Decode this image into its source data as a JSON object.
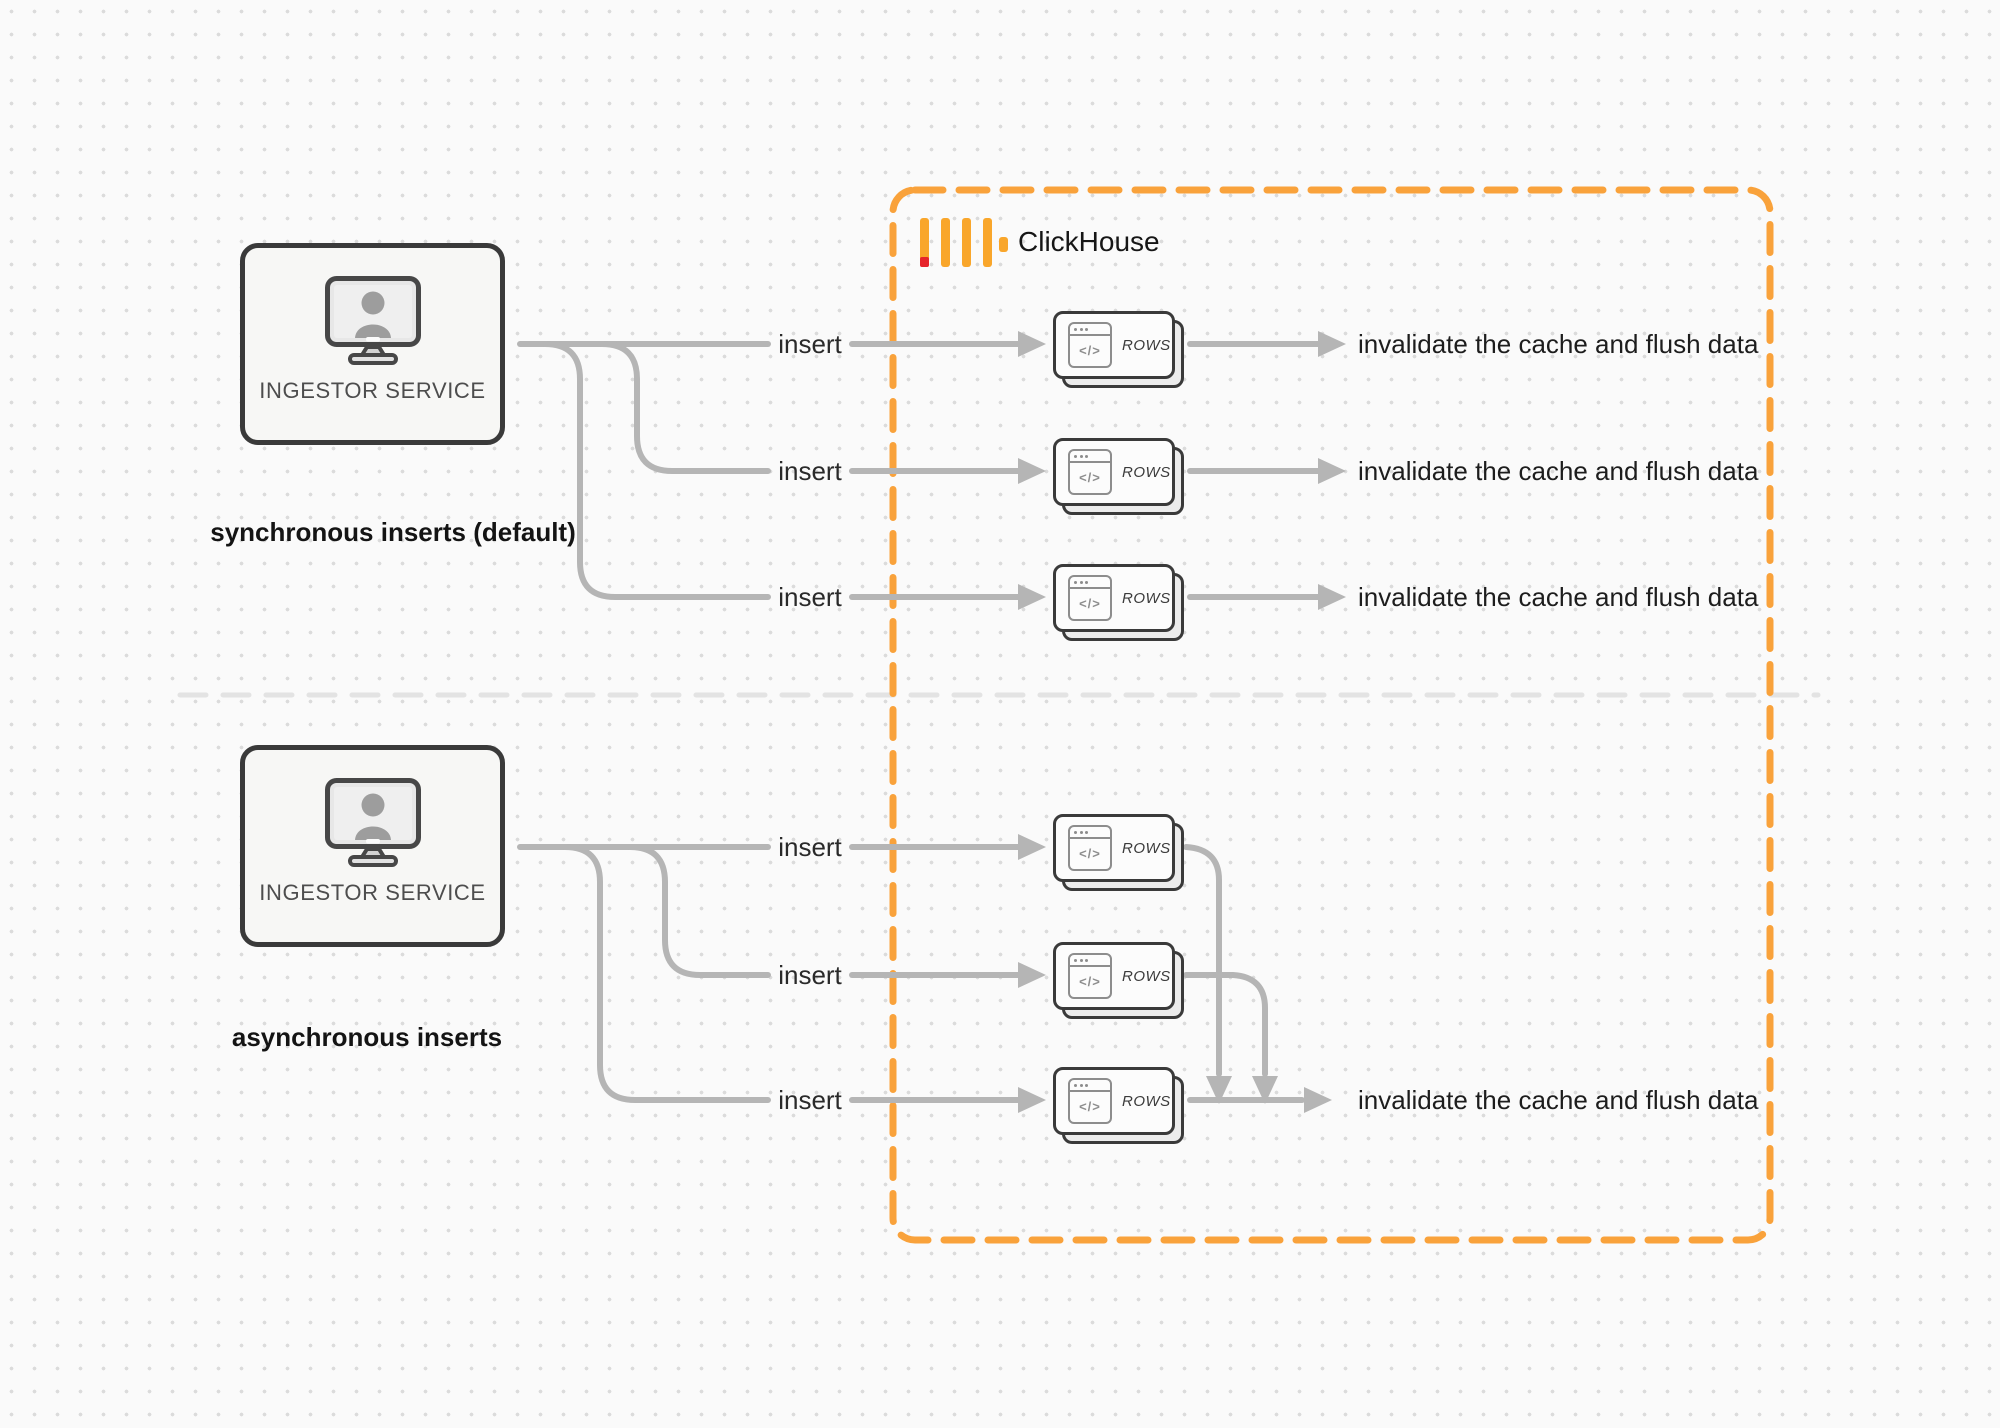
{
  "clickhouse": {
    "label": "ClickHouse"
  },
  "sync": {
    "service_label": "INGESTOR SERVICE",
    "caption": "synchronous inserts (default)",
    "rows": [
      {
        "insert": "insert",
        "card": "ROWS",
        "result": "invalidate the cache and flush data"
      },
      {
        "insert": "insert",
        "card": "ROWS",
        "result": "invalidate the cache and flush data"
      },
      {
        "insert": "insert",
        "card": "ROWS",
        "result": "invalidate the cache and flush data"
      }
    ]
  },
  "async": {
    "service_label": "INGESTOR SERVICE",
    "caption": "asynchronous inserts",
    "rows": [
      {
        "insert": "insert",
        "card": "ROWS"
      },
      {
        "insert": "insert",
        "card": "ROWS"
      },
      {
        "insert": "insert",
        "card": "ROWS"
      }
    ],
    "result": "invalidate the cache and flush data"
  },
  "glyphs": {
    "code": "</>"
  },
  "colors": {
    "accent_orange": "#F9A23B",
    "connector_gray": "#B5B5B5",
    "clickhouse_amber": "#F9A62B",
    "clickhouse_red": "#E6242B",
    "divider_gray": "#E3E3E3"
  }
}
